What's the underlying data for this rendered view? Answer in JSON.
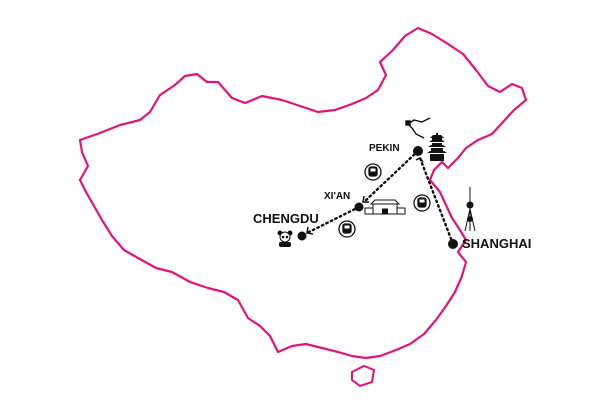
{
  "colors": {
    "border": "#e5127a",
    "route": "#111111"
  },
  "cities": [
    {
      "name": "PEKIN",
      "icon": "pagoda-icon"
    },
    {
      "name": "XI'AN",
      "icon": "city-gate-icon"
    },
    {
      "name": "CHENGDU",
      "icon": "panda-icon"
    },
    {
      "name": "SHANGHAI",
      "icon": "tv-tower-icon"
    }
  ],
  "route": [
    {
      "from": "SHANGHAI",
      "to": "PEKIN",
      "mode": "train-icon"
    },
    {
      "from": "PEKIN",
      "to": "XI'AN",
      "mode": "train-icon"
    },
    {
      "from": "XI'AN",
      "to": "CHENGDU",
      "mode": "train-icon"
    }
  ],
  "landmarks": [
    "great-wall-icon"
  ]
}
